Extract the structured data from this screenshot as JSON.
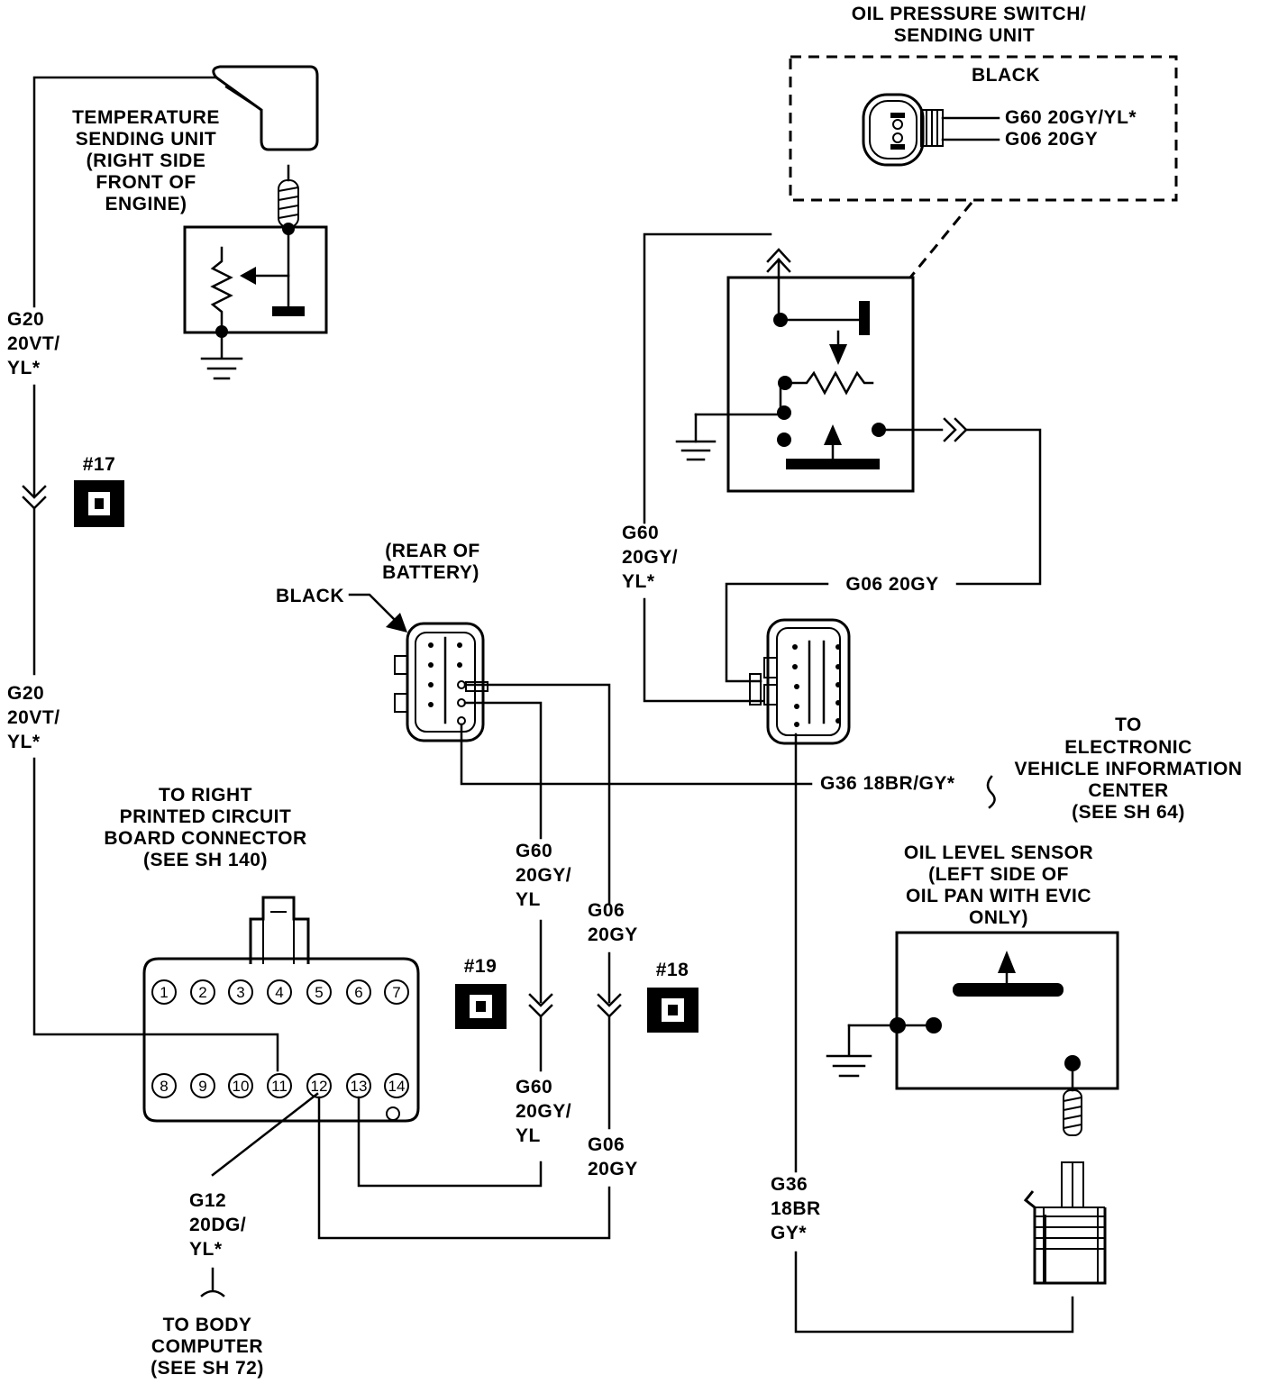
{
  "oil_pressure_switch": {
    "title_1": "OIL PRESSURE SWITCH/",
    "title_2": "SENDING UNIT",
    "connector_color": "BLACK",
    "wire_g60": "G60 20GY/YL*",
    "wire_g06": "G06 20GY"
  },
  "temp_sender": {
    "line_1": "TEMPERATURE",
    "line_2": "SENDING UNIT",
    "line_3": "(RIGHT SIDE",
    "line_4": "FRONT OF",
    "line_5": "ENGINE)"
  },
  "wire_g20_upper": {
    "line_1": "G20",
    "line_2": "20VT/",
    "line_3": "YL*"
  },
  "wire_g20_lower": {
    "line_1": "G20",
    "line_2": "20VT/",
    "line_3": "YL*"
  },
  "splice_17": "#17",
  "splice_18": "#18",
  "splice_19": "#19",
  "battery_connector": {
    "line_1": "(REAR OF",
    "line_2": "BATTERY)",
    "color": "BLACK"
  },
  "wire_g60_right": {
    "line_1": "G60",
    "line_2": "20GY/",
    "line_3": "YL*"
  },
  "wire_g06_top": "G06 20GY",
  "evic": {
    "wire": "G36 18BR/GY*",
    "line_1": "TO",
    "line_2": "ELECTRONIC",
    "line_3": "VEHICLE INFORMATION",
    "line_4": "CENTER",
    "line_5": "(SEE SH 64)"
  },
  "pcb_connector": {
    "line_1": "TO RIGHT",
    "line_2": "PRINTED CIRCUIT",
    "line_3": "BOARD CONNECTOR",
    "line_4": "(SEE SH 140)",
    "pins_top": [
      "1",
      "2",
      "3",
      "4",
      "5",
      "6",
      "7"
    ],
    "pins_bottom": [
      "8",
      "9",
      "10",
      "11",
      "12",
      "13",
      "14"
    ]
  },
  "wire_g60_mid_upper": {
    "line_1": "G60",
    "line_2": "20GY/",
    "line_3": "YL"
  },
  "wire_g60_mid_lower": {
    "line_1": "G60",
    "line_2": "20GY/",
    "line_3": "YL"
  },
  "wire_g06_mid_upper": {
    "line_1": "G06",
    "line_2": "20GY"
  },
  "wire_g06_mid_lower": {
    "line_1": "G06",
    "line_2": "20GY"
  },
  "wire_g12": {
    "line_1": "G12",
    "line_2": "20DG/",
    "line_3": "YL*"
  },
  "body_computer": {
    "line_1": "TO BODY",
    "line_2": "COMPUTER",
    "line_3": "(SEE SH 72)"
  },
  "wire_g36_lower": {
    "line_1": "G36",
    "line_2": "18BR",
    "line_3": "GY*"
  },
  "oil_level_sensor": {
    "line_1": "OIL LEVEL SENSOR",
    "line_2": "(LEFT SIDE OF",
    "line_3": "OIL PAN WITH EVIC",
    "line_4": "ONLY)"
  }
}
